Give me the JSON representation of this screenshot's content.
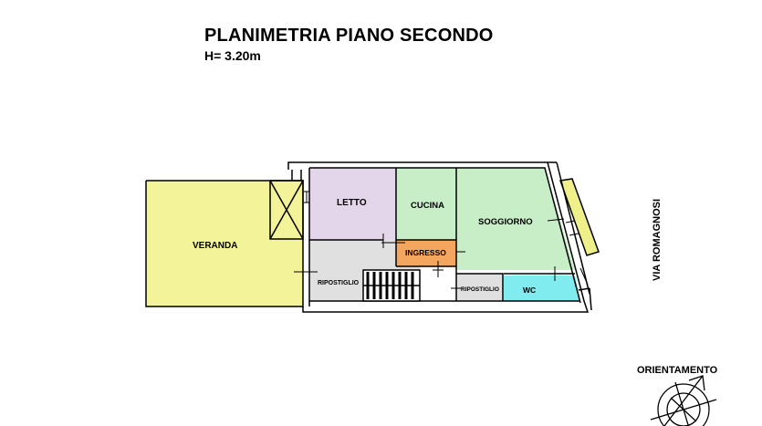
{
  "title": "PLANIMETRIA PIANO SECONDO",
  "subtitle": "H= 3.20m",
  "street": "VIA ROMAGNOSI",
  "orientation": "ORIENTAMENTO",
  "rooms": {
    "veranda": "VERANDA",
    "letto": "LETTO",
    "cucina": "CUCINA",
    "soggiorno": "SOGGIORNO",
    "ingresso": "INGRESSO",
    "ripostiglio_1": "RIPOSTIGLIO",
    "ripostiglio_2": "RIPOSTIGLIO",
    "wc": "WC"
  },
  "colors": {
    "veranda": "#f3f39a",
    "letto": "#e3d6ea",
    "cucina": "#c8eec8",
    "soggiorno": "#c8eec8",
    "ingresso": "#f5a65e",
    "ripostiglio": "#e0e0e0",
    "wc": "#80ecef",
    "balcony": "#f0f08a",
    "wall": "#000000"
  }
}
